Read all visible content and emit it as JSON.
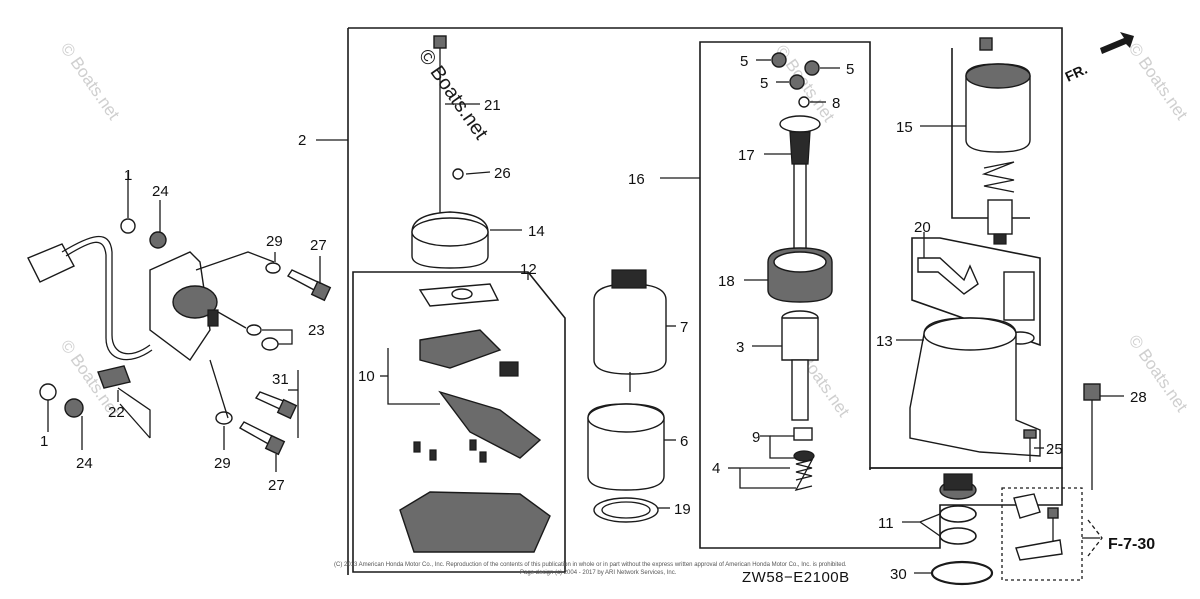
{
  "watermarks": {
    "site": "© Boats.net",
    "main": "© Boats.net"
  },
  "diagram_code": "ZW58−E2100B",
  "cross_reference": "F-7-30",
  "direction": "FR.",
  "copyright_line1": "(C) 2013 American Honda Motor Co., Inc. Reproduction of the contents of this publication in whole or in part without the express written approval of American Honda Motor Co., Inc. is prohibited.",
  "copyright_line2": "Page design (c) 2004 - 2017 by ARI Network Services, Inc.",
  "callouts": {
    "c1a": "1",
    "c1b": "1",
    "c2": "2",
    "c3": "3",
    "c4": "4",
    "c5a": "5",
    "c5b": "5",
    "c5c": "5",
    "c6": "6",
    "c7": "7",
    "c8": "8",
    "c9": "9",
    "c10": "10",
    "c11": "11",
    "c12": "12",
    "c13": "13",
    "c14": "14",
    "c15": "15",
    "c16": "16",
    "c17": "17",
    "c18": "18",
    "c19": "19",
    "c20": "20",
    "c21": "21",
    "c22": "22",
    "c23": "23",
    "c24a": "24",
    "c24b": "24",
    "c25": "25",
    "c26": "26",
    "c27a": "27",
    "c27b": "27",
    "c28": "28",
    "c29a": "29",
    "c29b": "29",
    "c30": "30",
    "c31": "31"
  }
}
